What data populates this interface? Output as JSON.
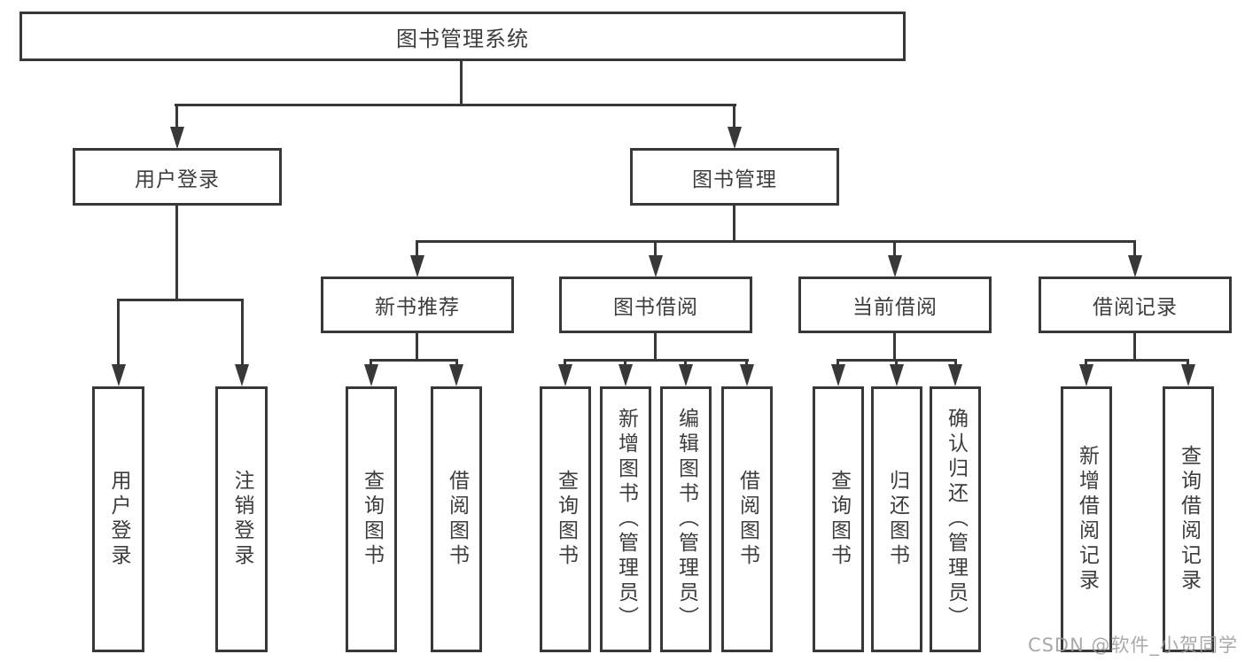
{
  "colors": {
    "line": "#383838",
    "box_border": "#383838",
    "text": "#3d3d3d",
    "watermark": "#9b9b9b",
    "background": "#ffffff"
  },
  "diagram": {
    "root": {
      "label": "图书管理系统"
    },
    "user_login": {
      "label": "用户登录",
      "children": {
        "login": {
          "label": "用户登录"
        },
        "logout": {
          "label": "注销登录"
        }
      }
    },
    "book_mgmt": {
      "label": "图书管理",
      "children": {
        "new_book": {
          "label": "新书推荐",
          "children": {
            "query_book": {
              "label": "查询图书"
            },
            "borrow_book": {
              "label": "借阅图书"
            }
          }
        },
        "book_borrow": {
          "label": "图书借阅",
          "children": {
            "query_book": {
              "label": "查询图书"
            },
            "add_book": {
              "label": "新增图书（管理员）"
            },
            "edit_book": {
              "label": "编辑图书（管理员）"
            },
            "borrow_book": {
              "label": "借阅图书"
            }
          }
        },
        "current_borrow": {
          "label": "当前借阅",
          "children": {
            "query_book": {
              "label": "查询图书"
            },
            "return_book": {
              "label": "归还图书"
            },
            "confirm_return": {
              "label": "确认归还（管理员）"
            }
          }
        },
        "borrow_record": {
          "label": "借阅记录",
          "children": {
            "add_record": {
              "label": "新增借阅记录"
            },
            "query_record": {
              "label": "查询借阅记录"
            }
          }
        }
      }
    }
  },
  "watermark": {
    "text": "CSDN @软件_小贺同学"
  }
}
